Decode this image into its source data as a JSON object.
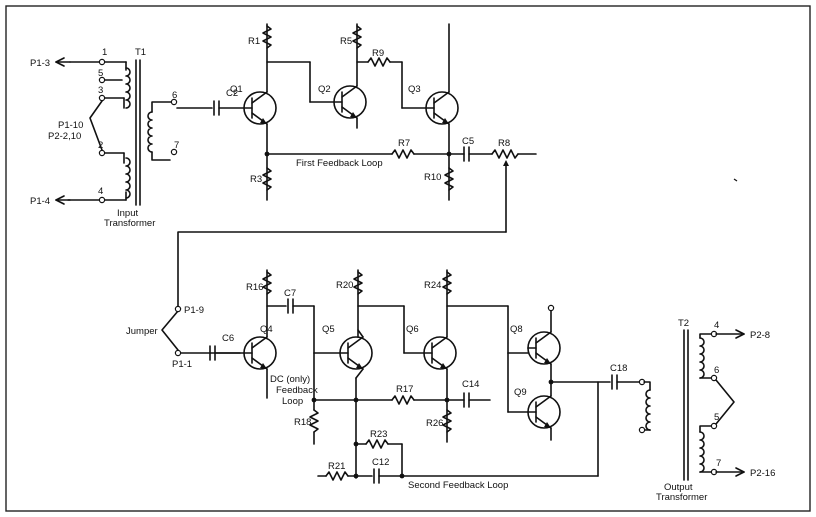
{
  "colors": {
    "ink": "#111111",
    "paper": "#ffffff"
  },
  "transformers": {
    "t1": {
      "label": "T1",
      "caption_line1": "Input",
      "caption_line2": "Transformer",
      "pins": [
        "1",
        "5",
        "3",
        "2",
        "4",
        "6",
        "7"
      ]
    },
    "t2": {
      "label": "T2",
      "caption_line1": "Output",
      "caption_line2": "Transformer",
      "pins": [
        "4",
        "6",
        "5",
        "7"
      ]
    }
  },
  "connectors": {
    "p1_3": "P1-3",
    "p1_10": "P1-10",
    "p2_2_10": "P2-2,10",
    "p1_4": "P1-4",
    "p1_9": "P1-9",
    "p1_1": "P1-1",
    "p2_8": "P2-8",
    "p2_16": "P2-16"
  },
  "transistors": [
    "Q1",
    "Q2",
    "Q3",
    "Q4",
    "Q5",
    "Q6",
    "Q8",
    "Q9"
  ],
  "resistors": [
    "R1",
    "R5",
    "R9",
    "R7",
    "R3",
    "R10",
    "R8",
    "R16",
    "R20",
    "R24",
    "R17",
    "R18",
    "R26",
    "R23",
    "R21"
  ],
  "capacitors": [
    "C2",
    "C5",
    "C7",
    "C6",
    "C14",
    "C12",
    "C18"
  ],
  "labels": {
    "first_feedback_loop": "First Feedback Loop",
    "second_feedback_loop": "Second Feedback Loop",
    "dc_only_line1": "DC (only)",
    "dc_only_line2": "Feedback",
    "dc_only_line3": "Loop",
    "jumper": "Jumper"
  }
}
